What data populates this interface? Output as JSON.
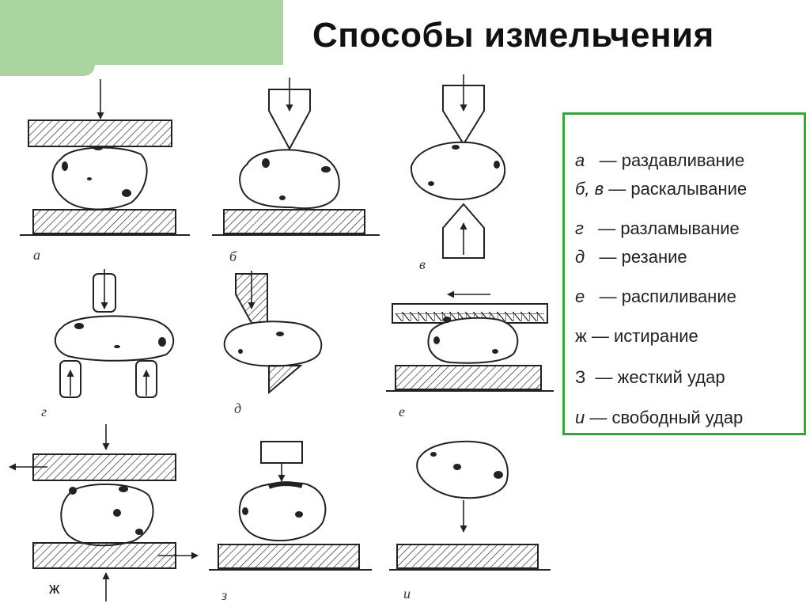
{
  "title": "Способы измельчения",
  "panel_letters": [
    "а",
    "б",
    "в",
    "г",
    "д",
    "е",
    "ж",
    "з",
    "и"
  ],
  "legend": [
    {
      "key": "а",
      "text": "— раздавливание"
    },
    {
      "key": "б, в",
      "text": "— раскалывание"
    },
    {
      "key": "г",
      "text": "— разламывание"
    },
    {
      "key": "д",
      "text": "— резание"
    },
    {
      "key": "е",
      "text": "— распиливание"
    },
    {
      "key": "ж",
      "text": "— истирание"
    },
    {
      "key": "З",
      "text": "— жесткий удар"
    },
    {
      "key": "и",
      "text": "— свободный удар"
    }
  ],
  "colors": {
    "accent": "#a9d4a0",
    "legend_border": "#3aa33a"
  }
}
